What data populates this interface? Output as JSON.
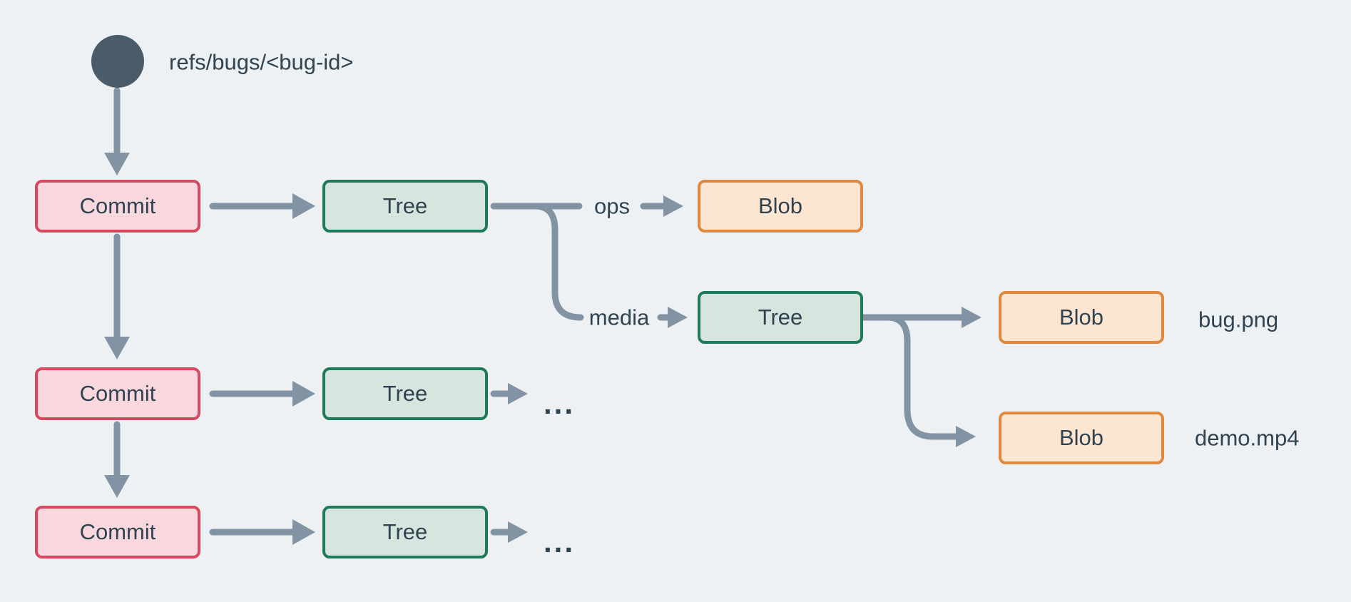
{
  "colors": {
    "background": "#edf1f4",
    "arrow": "#8294a4",
    "text": "#304351",
    "ref_circle": "#4a5b69",
    "commit_fill": "#f9d8dd",
    "commit_border": "#d6495f",
    "tree_fill": "#d6e5dd",
    "tree_border": "#1e7a58",
    "blob_fill": "#fce5d1",
    "blob_border": "#e08840"
  },
  "ref": {
    "label": "refs/bugs/<bug-id>"
  },
  "nodes": {
    "commit1": "Commit",
    "commit2": "Commit",
    "commit3": "Commit",
    "tree_root": "Tree",
    "tree_media": "Tree",
    "tree_row2": "Tree",
    "tree_row3": "Tree",
    "blob_ops": "Blob",
    "blob_bug": "Blob",
    "blob_demo": "Blob"
  },
  "edges": {
    "ops_label": "ops",
    "media_label": "media"
  },
  "files": {
    "bug": "bug.png",
    "demo": "demo.mp4"
  },
  "ellipsis": {
    "row2": "...",
    "row3": "..."
  }
}
